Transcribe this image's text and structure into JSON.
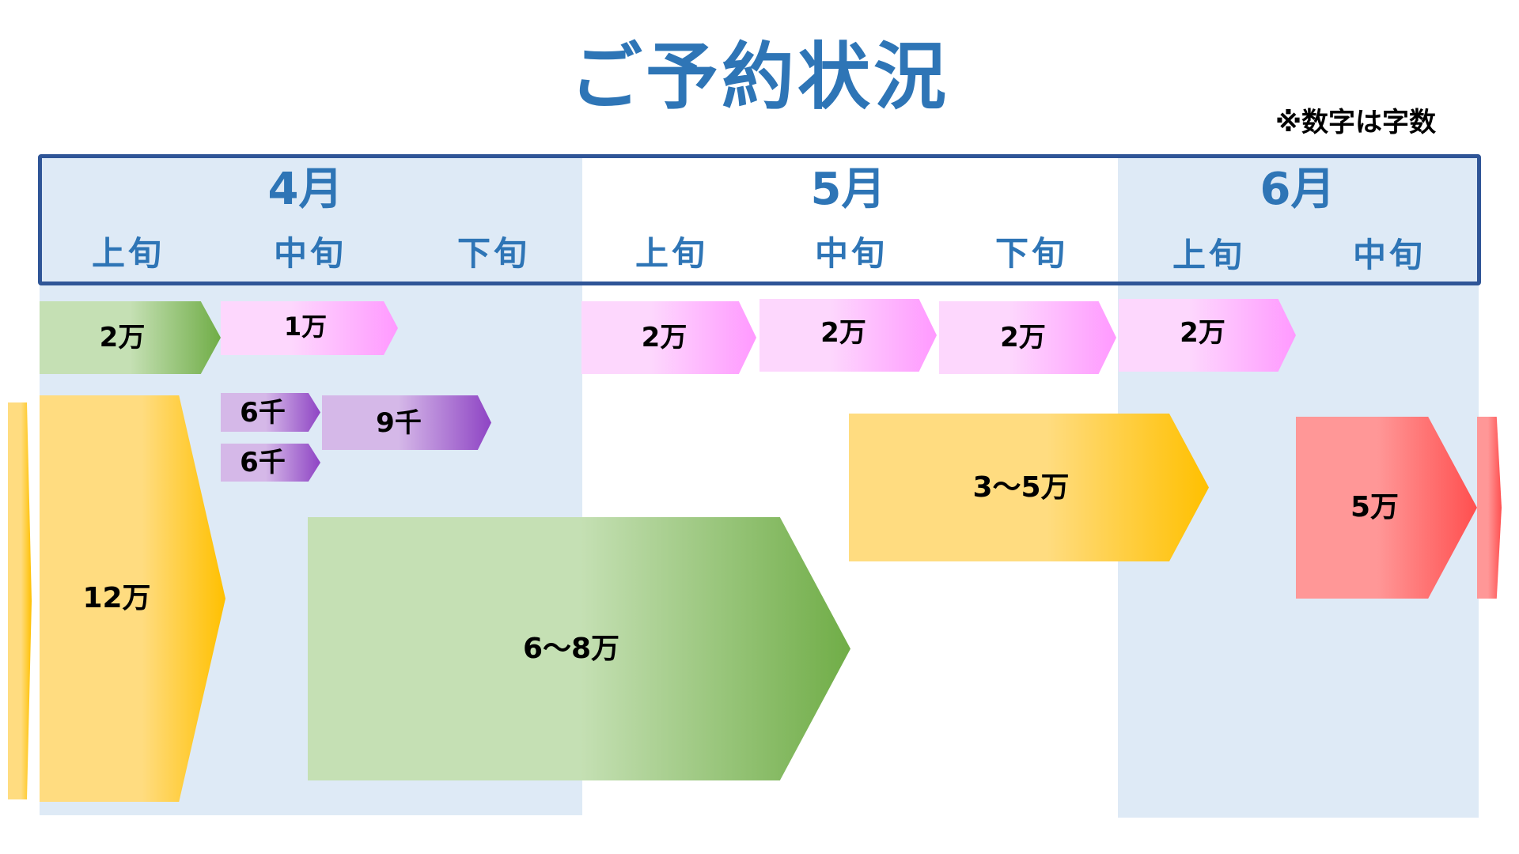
{
  "title": "ご予約状況",
  "note": "※数字は字数",
  "colors": {
    "title": "#2E75B6",
    "header_border": "#2F5597",
    "column_bg": "#DEEAF6",
    "green": "#70AD47",
    "pink": "#FF99FF",
    "purple": "#8E44C4",
    "yellow": "#FFC000",
    "red": "#FF4F4F"
  },
  "months": [
    {
      "label": "4月",
      "periods": [
        "上旬",
        "中旬",
        "下旬"
      ]
    },
    {
      "label": "5月",
      "periods": [
        "上旬",
        "中旬",
        "下旬"
      ]
    },
    {
      "label": "6月",
      "periods": [
        "上旬",
        "中旬"
      ]
    }
  ],
  "bookings": {
    "row1": [
      {
        "label": "2万",
        "color": "green",
        "span": "4月上旬"
      },
      {
        "label": "1万",
        "color": "pink",
        "span": "4月中旬"
      },
      {
        "label": "2万",
        "color": "pink",
        "span": "5月上旬"
      },
      {
        "label": "2万",
        "color": "pink",
        "span": "5月中旬"
      },
      {
        "label": "2万",
        "color": "pink",
        "span": "5月下旬"
      },
      {
        "label": "2万",
        "color": "pink",
        "span": "6月上旬"
      }
    ],
    "row2": [
      {
        "label": "",
        "color": "yellow",
        "span": "carry-over strip"
      },
      {
        "label": "12万",
        "color": "yellow",
        "span": "4月上旬"
      },
      {
        "label": "6千",
        "color": "purple",
        "span": "4月中旬"
      },
      {
        "label": "6千",
        "color": "purple",
        "span": "4月中旬"
      },
      {
        "label": "9千",
        "color": "purple",
        "span": "4月中旬〜下旬"
      },
      {
        "label": "6〜8万",
        "color": "green",
        "span": "4月中旬〜5月中旬"
      },
      {
        "label": "3〜5万",
        "color": "yellow",
        "span": "5月中旬〜6月上旬"
      },
      {
        "label": "5万",
        "color": "red",
        "span": "6月中旬"
      },
      {
        "label": "",
        "color": "red",
        "span": "continuation strip"
      }
    ]
  }
}
